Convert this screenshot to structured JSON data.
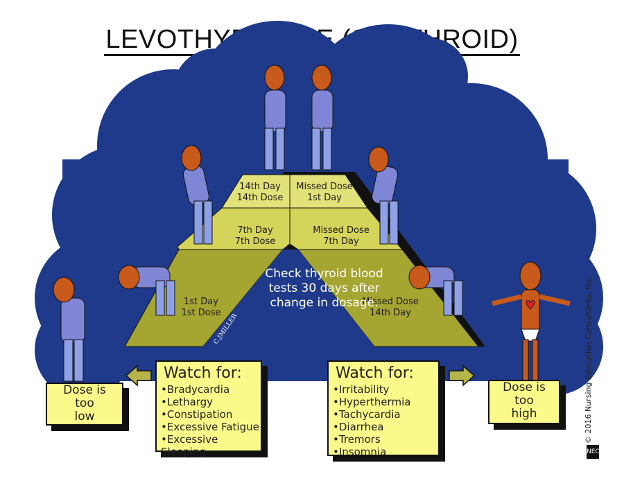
{
  "title": "LEVOTHYROXINE (SYNTHROID)",
  "pyramid": {
    "left_tiers": [
      {
        "line1": "14th Day",
        "line2": "14th Dose"
      },
      {
        "line1": "7th Day",
        "line2": "7th Dose"
      },
      {
        "line1": "1st Day",
        "line2": "1st Dose"
      }
    ],
    "right_tiers": [
      {
        "line1": "Missed Dose",
        "line2": "1st Day"
      },
      {
        "line1": "Missed Dose",
        "line2": "7th Day"
      },
      {
        "line1": "Missed Dose",
        "line2": "14th Day"
      }
    ]
  },
  "center_note": "Check thyroid blood tests 30 days after change in dosage.",
  "low": {
    "dose_label_lines": [
      "Dose is",
      "too",
      "low"
    ],
    "watch_title": "Watch for:",
    "items": [
      "Bradycardia",
      "Lethargy",
      "Constipation",
      "Excessive Fatigue",
      "Excessive Sleeping"
    ]
  },
  "high": {
    "dose_label_lines": [
      "Dose is",
      "too",
      "high"
    ],
    "watch_title": "Watch for:",
    "items": [
      "Irritability",
      "Hyperthermia",
      "Tachycardia",
      "Diarrhea",
      "Tremors",
      "Insomnia"
    ]
  },
  "signature": "C.JMILLER",
  "copyright": "© 2016 Nursing Education Consultants, Inc.",
  "logo": "NEC",
  "colors": {
    "cloud": "#1f3a8a",
    "tier_light": "#e2e27a",
    "tier_mid": "#d4d45a",
    "tier_dark": "#9b9b2e",
    "box_yellow": "#fafa8a",
    "figure_skin": "#c85a1c",
    "shirt": "#7f86d6",
    "pants": "#8ea0e6"
  }
}
